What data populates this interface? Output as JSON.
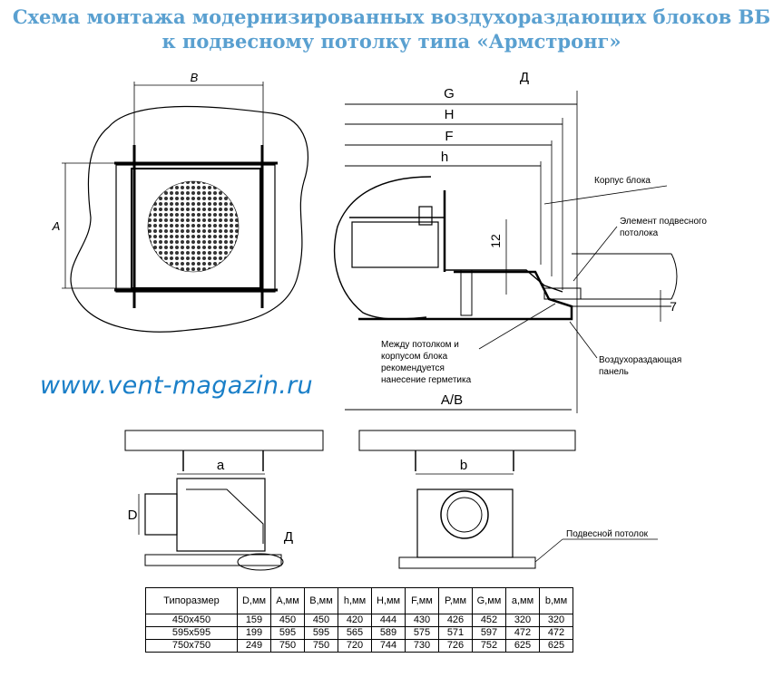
{
  "title": {
    "line1": "Схема монтажа модернизированных воздухораздающих блоков ВБ",
    "line2": "к подвесному потолку типа «Армстронг»"
  },
  "website": "www.vent-magazin.ru",
  "top_view": {
    "label_b": "B",
    "label_a": "A"
  },
  "section_view": {
    "detail_label": "Д",
    "dim_g": "G",
    "dim_h_upper": "H",
    "dim_f": "F",
    "dim_h_lower": "h",
    "dim_12": "12",
    "dim_7": "7",
    "dim_ab": "A/B",
    "callout_body": "Корпус блока",
    "callout_element_1": "Элемент подвесного",
    "callout_element_2": "потолока",
    "callout_seal_1": "Между потолком и",
    "callout_seal_2": "корпусом блока",
    "callout_seal_3": "рекомендуется",
    "callout_seal_4": "нанесение герметика",
    "callout_panel_1": "Воздухораздающая",
    "callout_panel_2": "панель"
  },
  "side_view": {
    "dim_a": "a",
    "dim_d": "D",
    "detail": "Д"
  },
  "front_view": {
    "dim_b": "b",
    "callout_ceiling": "Подвесной потолок"
  },
  "table": {
    "headers": [
      "Типоразмер",
      "D,мм",
      "A,мм",
      "B,мм",
      "h,мм",
      "H,мм",
      "F,мм",
      "P,мм",
      "G,мм",
      "a,мм",
      "b,мм"
    ],
    "rows": [
      [
        "450x450",
        "159",
        "450",
        "450",
        "420",
        "444",
        "430",
        "426",
        "452",
        "320",
        "320"
      ],
      [
        "595x595",
        "199",
        "595",
        "595",
        "565",
        "589",
        "575",
        "571",
        "597",
        "472",
        "472"
      ],
      [
        "750x750",
        "249",
        "750",
        "750",
        "720",
        "744",
        "730",
        "726",
        "752",
        "625",
        "625"
      ]
    ]
  }
}
